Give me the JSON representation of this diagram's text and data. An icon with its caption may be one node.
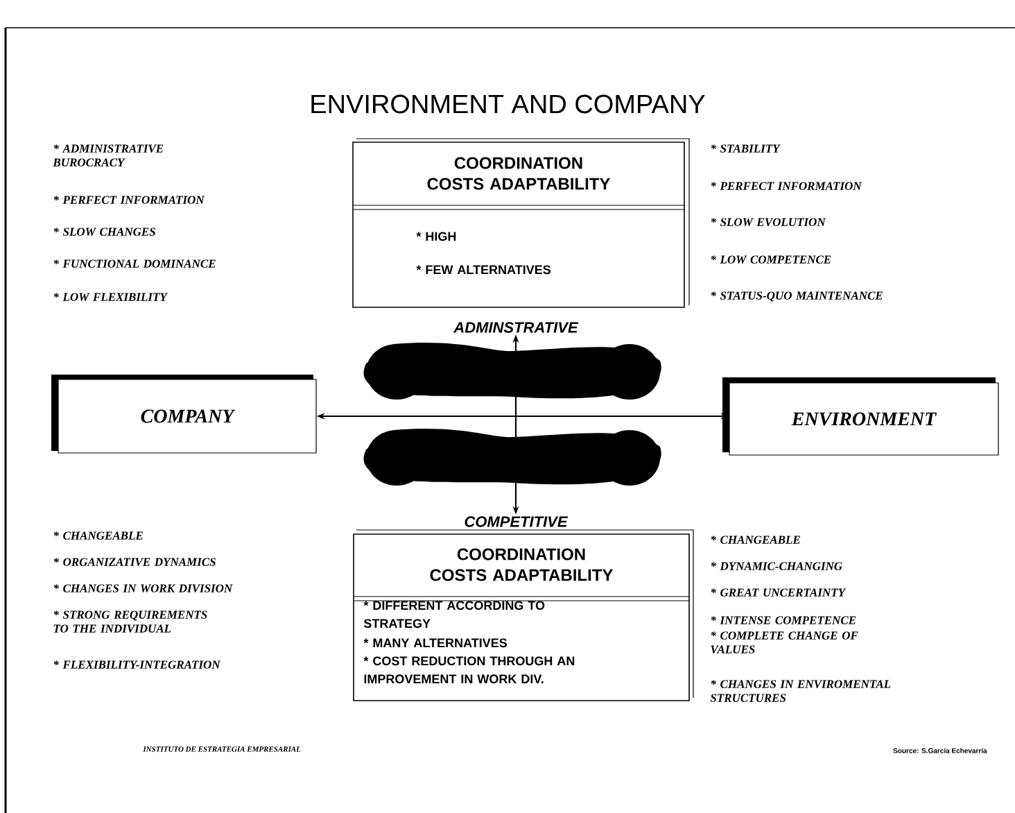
{
  "diagram": {
    "title": "ENVIRONMENT AND COMPANY",
    "nodes": [
      {
        "text": [
          "COMPANY"
        ]
      },
      {
        "text": [
          "ENVIRONMENT"
        ]
      },
      {
        "text": [
          "COORDINATION COSTS ADAPTABILITY",
          "* HIGH",
          "* FEW ALTERNATIVES"
        ]
      },
      {
        "text": [
          "COORDINATION COSTS ADAPTABILITY",
          "* DIFFERENT ACCORDING TO STRATEGY",
          "* MANY ALTERNATIVES",
          "* COST REDUCTION THROUGH AN IMPROVEMENT IN WORK DIV."
        ]
      },
      {
        "text": [
          "ADMINSTRATIVE"
        ]
      },
      {
        "text": [
          "COMPETITIVE"
        ]
      }
    ],
    "edges": [
      {
        "from": 0,
        "to": 1,
        "arrow": "both"
      },
      {
        "from": 4,
        "to": 5,
        "arrow": "both"
      }
    ],
    "labels": [
      "* ADMINISTRATIVE BUROCRACY",
      "* PERFECT INFORMATION",
      "* SLOW CHANGES",
      "* FUNCTIONAL DOMINANCE",
      "* LOW FLEXIBILITY",
      "* STABILITY",
      "* PERFECT INFORMATION",
      "* SLOW EVOLUTION",
      "* LOW COMPETENCE",
      "* STATUS-QUO MAINTENANCE",
      "* CHANGEABLE",
      "* ORGANIZATIVE DYNAMICS",
      "* CHANGES IN WORK DIVISION",
      "* STRONG REQUIREMENTS TO THE INDIVIDUAL",
      "* FLEXIBILITY-INTEGRATION",
      "* CHANGEABLE",
      "* DYNAMIC-CHANGING",
      "* GREAT UNCERTAINTY",
      "* INTENSE COMPETENCE",
      "* COMPLETE CHANGE OF VALUES",
      "* CHANGES IN ENVIROMENTAL STRUCTURES",
      "INSTITUTO DE ESTRATEGIA EMPRESARIAL",
      "Source: S.García Echevarría"
    ]
  }
}
